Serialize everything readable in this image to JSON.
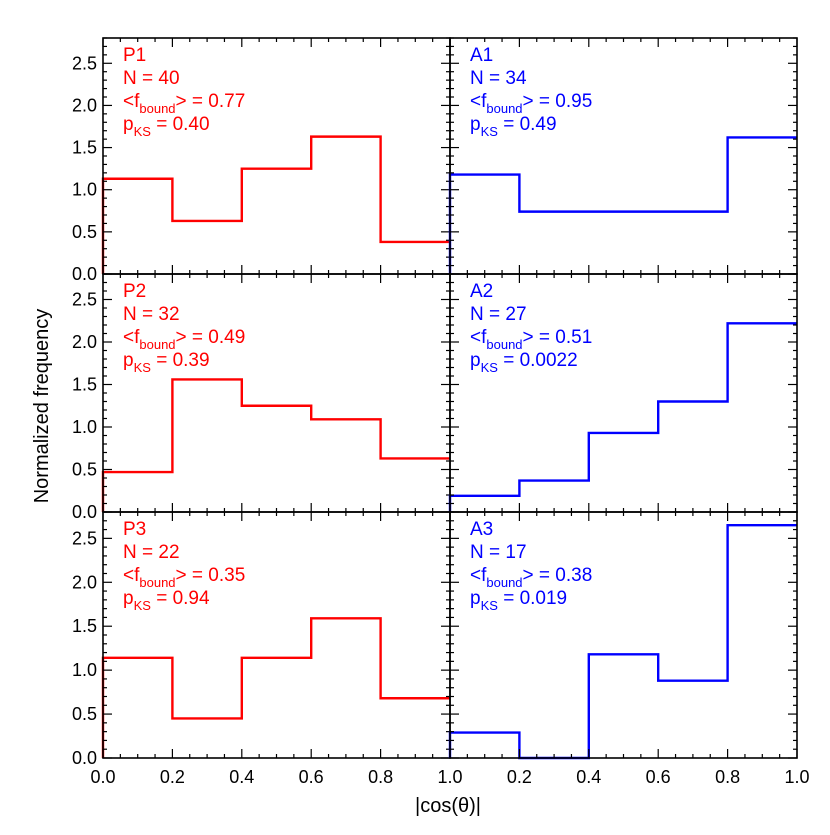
{
  "chart_data": {
    "type": "step-histogram",
    "layout": "3 rows x 2 columns, shared axes",
    "xlabel": "|cos(θ)|",
    "ylabel": "Normalized frequency",
    "xlim": [
      0,
      1
    ],
    "ylim": [
      0,
      2.8
    ],
    "xticks": [
      "0.0",
      "0.2",
      "0.4",
      "0.6",
      "0.8",
      "1.0"
    ],
    "yticks": [
      "0.0",
      "0.5",
      "1.0",
      "1.5",
      "2.0",
      "2.5"
    ],
    "bin_edges": [
      0,
      0.2,
      0.4,
      0.6,
      0.8,
      1.0
    ],
    "colors": {
      "P": "#ff0000",
      "A": "#0000ff"
    },
    "panels": [
      {
        "id": "P1",
        "row": 0,
        "col": 0,
        "color": "#ff0000",
        "values": [
          1.13,
          0.63,
          1.25,
          1.63,
          0.38
        ],
        "label": "P1",
        "n_text": "N =  40",
        "fb_prefix": "<f",
        "fb_sub": "bound",
        "fb_suffix": "> = 0.77",
        "p_prefix": "p",
        "p_sub": "KS",
        "p_suffix": " = 0.40"
      },
      {
        "id": "A1",
        "row": 0,
        "col": 1,
        "color": "#0000ff",
        "values": [
          1.18,
          0.74,
          0.74,
          0.74,
          1.62
        ],
        "label": "A1",
        "n_text": "N = 34",
        "fb_prefix": "<f",
        "fb_sub": "bound",
        "fb_suffix": "> = 0.95",
        "p_prefix": "p",
        "p_sub": "KS",
        "p_suffix": " = 0.49"
      },
      {
        "id": "P2",
        "row": 1,
        "col": 0,
        "color": "#ff0000",
        "values": [
          0.47,
          1.56,
          1.25,
          1.09,
          0.63
        ],
        "label": "P2",
        "n_text": "N =  32",
        "fb_prefix": "<f",
        "fb_sub": "bound",
        "fb_suffix": "> = 0.49",
        "p_prefix": "p",
        "p_sub": "KS",
        "p_suffix": " = 0.39"
      },
      {
        "id": "A2",
        "row": 1,
        "col": 1,
        "color": "#0000ff",
        "values": [
          0.19,
          0.37,
          0.93,
          1.3,
          2.22
        ],
        "label": "A2",
        "n_text": "N = 27",
        "fb_prefix": "<f",
        "fb_sub": "bound",
        "fb_suffix": "> = 0.51",
        "p_prefix": "p",
        "p_sub": "KS",
        "p_suffix": " = 0.0022"
      },
      {
        "id": "P3",
        "row": 2,
        "col": 0,
        "color": "#ff0000",
        "values": [
          1.14,
          0.45,
          1.14,
          1.59,
          0.68
        ],
        "label": "P3",
        "n_text": "N =  22",
        "fb_prefix": "<f",
        "fb_sub": "bound",
        "fb_suffix": "> = 0.35",
        "p_prefix": "p",
        "p_sub": "KS",
        "p_suffix": " = 0.94"
      },
      {
        "id": "A3",
        "row": 2,
        "col": 1,
        "color": "#0000ff",
        "values": [
          0.29,
          0.0,
          1.18,
          0.88,
          2.65
        ],
        "label": "A3",
        "n_text": "N = 17",
        "fb_prefix": "<f",
        "fb_sub": "bound",
        "fb_suffix": "> = 0.38",
        "p_prefix": "p",
        "p_sub": "KS",
        "p_suffix": " = 0.019"
      }
    ]
  }
}
